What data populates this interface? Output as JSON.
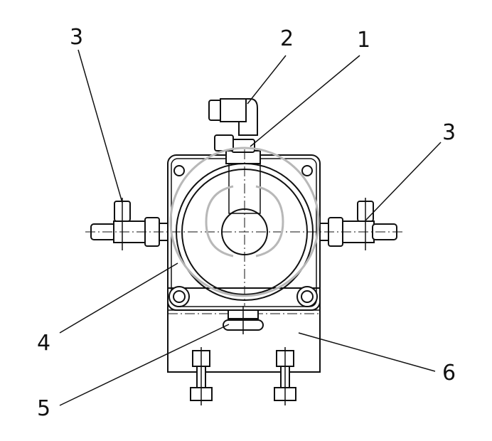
{
  "callouts": [
    "1",
    "2",
    "3",
    "3",
    "4",
    "5",
    "6"
  ],
  "colors": {
    "line": "#111111",
    "watermark": "#b8b8b8",
    "background": "#ffffff"
  }
}
